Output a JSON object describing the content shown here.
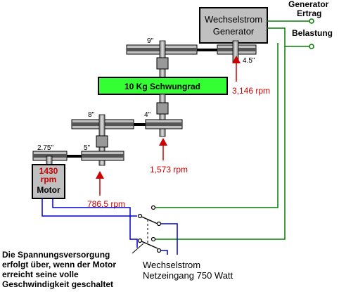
{
  "generator": {
    "line1": "Wechselstrom",
    "line2": "Generator"
  },
  "outputs": {
    "ertrag_line1": "Generator",
    "ertrag_line2": "Ertrag",
    "belastung": "Belastung"
  },
  "flywheel": {
    "label": "10 Kg Schwungrad"
  },
  "motor": {
    "rpm_value": "1430",
    "rpm_unit": "rpm",
    "label": "Motor"
  },
  "pulleys": {
    "p1": "9\"",
    "p2": "4.5\"",
    "p3": "8\"",
    "p4": "4\"",
    "p5": "2.75\"",
    "p6": "5\""
  },
  "speeds": {
    "s_generator": "3,146 rpm",
    "s_mid": "1,573 rpm",
    "s_low": "786.5 rpm"
  },
  "note": {
    "line1": "Die Spannungsversorgung",
    "line2": "erfolgt über, wenn der Motor",
    "line3": "erreicht seine volle",
    "line4": "Geschwindigkeit geschaltet"
  },
  "mains": {
    "line1": "Wechselstrom",
    "line2": "Netzeingang 750 Watt"
  },
  "colors": {
    "flywheel_fill": "#33ff33",
    "box_fill": "#c0c0c0",
    "wire_green": "#008000",
    "wire_blue": "#0000cc",
    "arrow_red": "#cc0000"
  }
}
